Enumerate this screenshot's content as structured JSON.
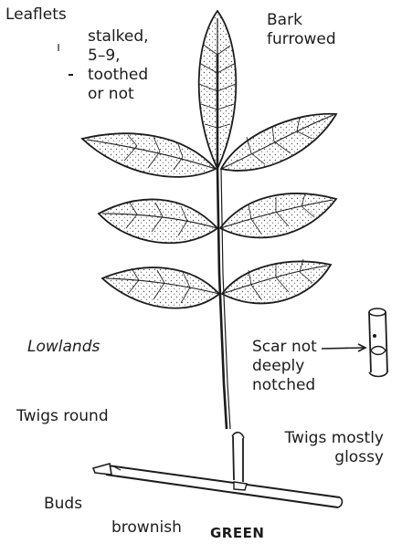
{
  "figure": {
    "labels": {
      "leaflets": "Leaflets",
      "leaflet_desc": [
        "stalked,",
        "5–9,",
        "toothed",
        "or not"
      ],
      "bark": [
        "Bark",
        "furrowed"
      ],
      "habitat": "Lowlands",
      "scar": [
        "Scar not",
        "deeply",
        "notched"
      ],
      "twigs_round": "Twigs round",
      "twigs_glossy": [
        "Twigs mostly",
        "glossy"
      ],
      "buds": [
        "Buds",
        "brownish"
      ],
      "species": "GREEN"
    },
    "colors": {
      "ink": "#1c1c1c",
      "leaf_fill": "#ffffff",
      "stipple": "#555555"
    }
  }
}
